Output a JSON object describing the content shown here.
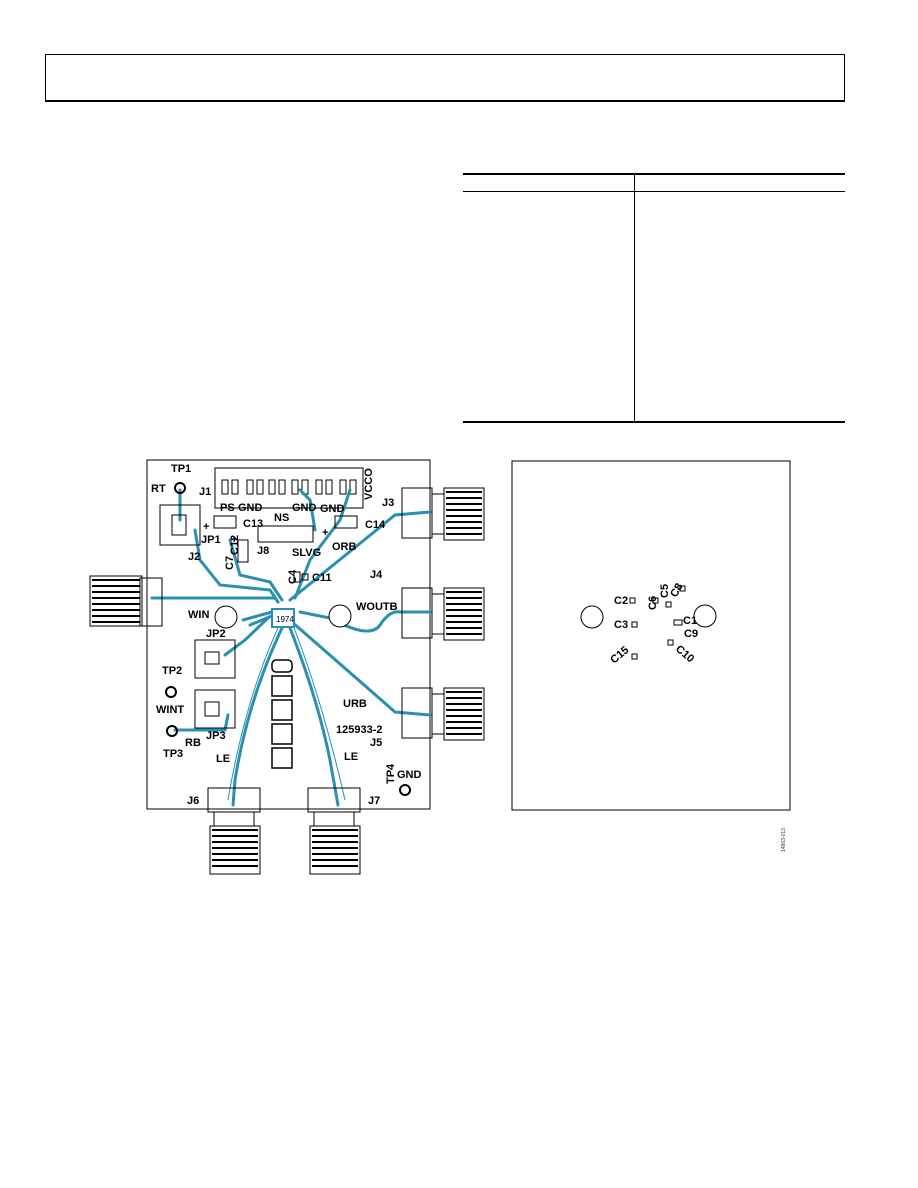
{
  "board_top": {
    "labels": {
      "rt": "RT",
      "tp1": "TP1",
      "j1": "J1",
      "vcco": "VCCO",
      "ps": "PS",
      "gnd1": "GND",
      "gnd2": "GND",
      "gnd3": "GND",
      "c13": "C13",
      "ns": "NS",
      "c14": "C14",
      "jp1": "JP1",
      "c12": "C12",
      "j8": "J8",
      "slvg": "SLVG",
      "orb": "ORB",
      "j2": "J2",
      "c7": "C7",
      "c4": "C4",
      "c11": "C11",
      "j4": "J4",
      "j3": "J3",
      "win": "WIN",
      "woutb": "WOUTB",
      "chip": "1974",
      "jp2": "JP2",
      "tp2": "TP2",
      "wint": "WINT",
      "jp3": "JP3",
      "rb": "RB",
      "tp3": "TP3",
      "urb": "URB",
      "part": "125933-2",
      "j5": "J5",
      "le_left": "LE",
      "le_right": "LE",
      "tp4": "TP4",
      "gnd4": "GND",
      "j6": "J6",
      "j7": "J7",
      "plus1": "+",
      "plus2": "+",
      "plus3": "+"
    },
    "colors": {
      "trace": "#2a8fb0",
      "outline": "#000000"
    }
  },
  "board_bottom": {
    "labels": {
      "c2": "C2",
      "c6": "C6",
      "c5": "C5",
      "c8": "C8",
      "c3": "C3",
      "c1": "C1",
      "c9": "C9",
      "c15": "C15",
      "c10": "C10"
    }
  },
  "figure_id": "14863-013"
}
